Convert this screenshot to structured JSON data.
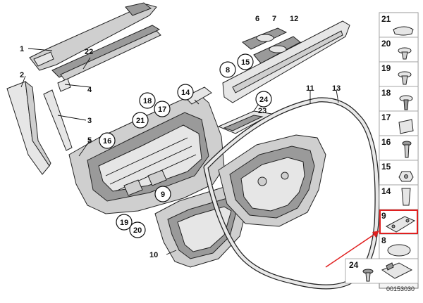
{
  "diagram": {
    "doc_id": "00153030",
    "callouts": [
      "1",
      "2",
      "22",
      "4",
      "3",
      "5",
      "16",
      "18",
      "21",
      "17",
      "14",
      "6",
      "7",
      "12",
      "8",
      "15",
      "11",
      "13",
      "24",
      "23",
      "9",
      "19",
      "20",
      "10"
    ],
    "side_panel": [
      "21",
      "20",
      "19",
      "18",
      "17",
      "16",
      "15",
      "14",
      "9",
      "8",
      "24"
    ],
    "highlighted_item": "9",
    "colors": {
      "highlight": "#e02020",
      "part_fill": "#cfcfcf",
      "outline": "#222222"
    }
  }
}
